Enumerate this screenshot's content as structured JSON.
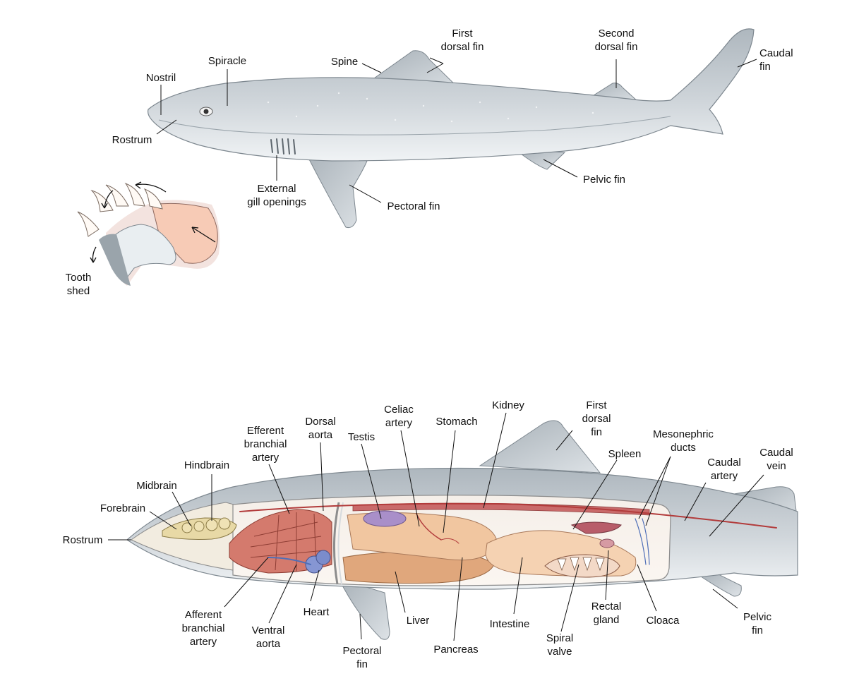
{
  "ext_labels": {
    "first_dorsal": "First\ndorsal fin",
    "second_dorsal": "Second\ndorsal fin",
    "caudal_fin": "Caudal\nfin",
    "spine": "Spine",
    "spiracle": "Spiracle",
    "nostril": "Nostril",
    "rostrum": "Rostrum",
    "gills": "External\ngill openings",
    "pectoral": "Pectoral fin",
    "pelvic": "Pelvic fin",
    "tooth_shed": "Tooth\nshed"
  },
  "int_labels": {
    "efferent": "Efferent\nbranchial\nartery",
    "dorsal_aorta": "Dorsal\naorta",
    "testis": "Testis",
    "celiac": "Celiac\nartery",
    "stomach": "Stomach",
    "kidney": "Kidney",
    "first_dorsal": "First\ndorsal\nfin",
    "spleen": "Spleen",
    "mesonephric": "Mesonephric\nducts",
    "caudal_artery": "Caudal\nartery",
    "caudal_vein": "Caudal\nvein",
    "hindbrain": "Hindbrain",
    "midbrain": "Midbrain",
    "forebrain": "Forebrain",
    "rostrum": "Rostrum",
    "afferent": "Afferent\nbranchial\nartery",
    "ventral_aorta": "Ventral\naorta",
    "heart": "Heart",
    "liver": "Liver",
    "pancreas": "Pancreas",
    "intestine": "Intestine",
    "spiral_valve": "Spiral\nvalve",
    "rectal_gland": "Rectal\ngland",
    "cloaca": "Cloaca",
    "pectoral": "Pectoral\nfin",
    "pelvic": "Pelvic\nfin"
  },
  "colors": {
    "skin": "#c9cfd4",
    "belly": "#eef1f3",
    "fin": "#b9c1c7",
    "outline": "#6f7a82",
    "liver": "#e7b48b",
    "stomach": "#f1c6a0",
    "intestine": "#f5d2b2",
    "gill_red": "#c9564a",
    "vessel_red": "#b23b3b",
    "vessel_blue": "#4f6fb8",
    "testis": "#a98fc9",
    "brain": "#e8d9a6",
    "gum_pink": "#f6d3c6"
  }
}
